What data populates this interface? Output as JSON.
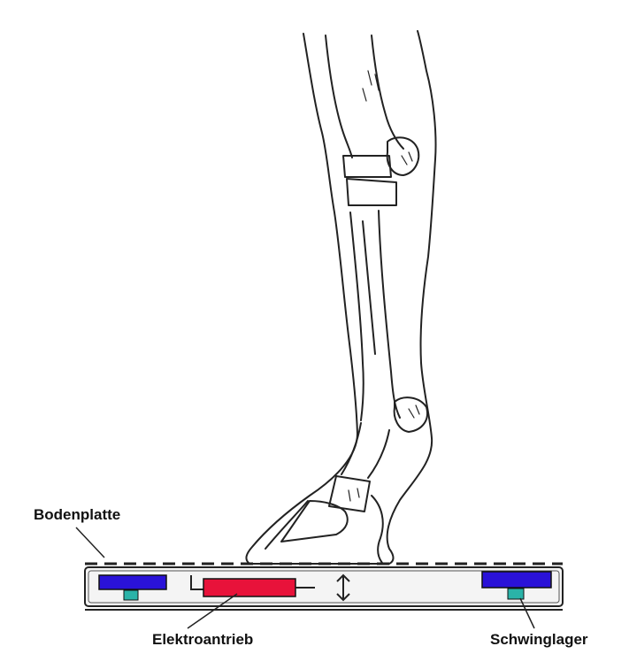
{
  "labels": {
    "bodenplatte": "Bodenplatte",
    "elektroantrieb": "Elektroantrieb",
    "schwinglager": "Schwinglager"
  },
  "colors": {
    "lager_block": "#2a12d8",
    "lager_foot": "#2ab3a8",
    "motor": "#e8123a",
    "line": "#222222",
    "plate_fill": "#f4f4f4"
  }
}
